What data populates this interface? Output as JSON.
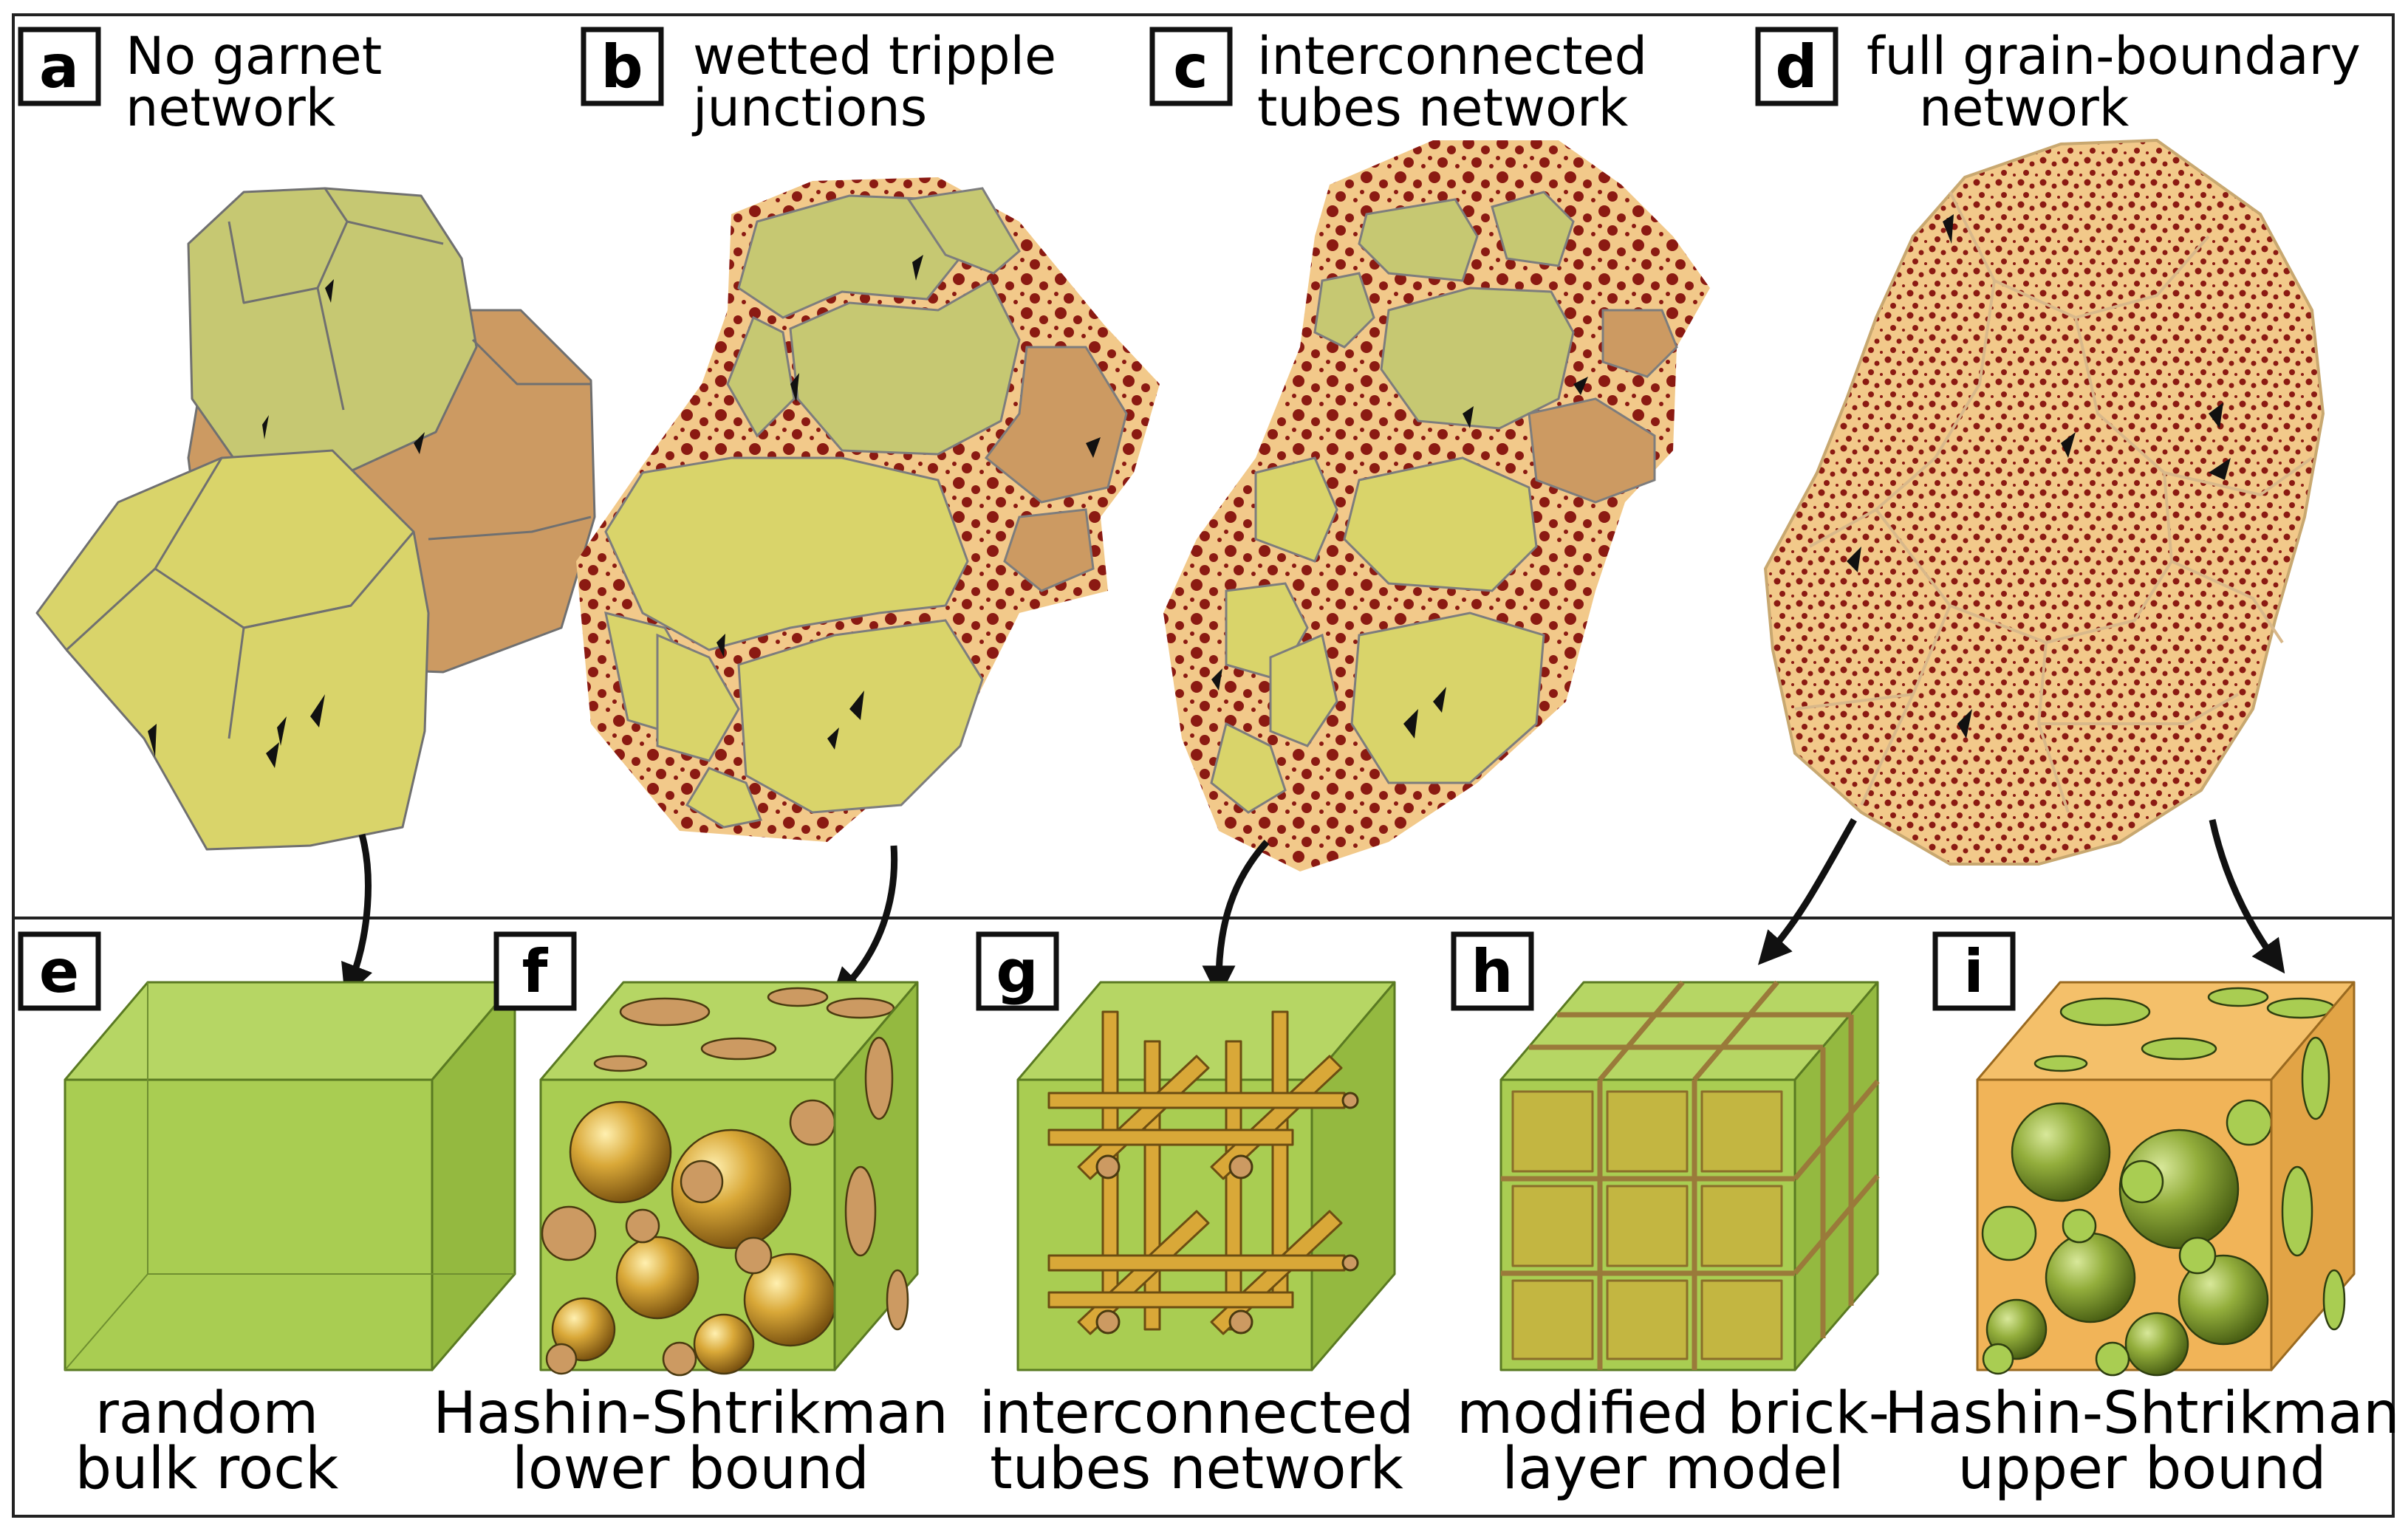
{
  "colors": {
    "garnet": "#8b1a12",
    "matrix_cream": "#f2c98a",
    "grain_green": "#c6c872",
    "grain_yellow": "#d9d46a",
    "grain_orange": "#cc9a62",
    "cube_green": "#a9cd52",
    "cube_orange": "#f1b458",
    "gold": "#d9a838",
    "brick": "#c8b23e",
    "arrow": "#111111"
  },
  "top_panels": [
    {
      "letter": "a",
      "caption": [
        "No garnet",
        "network"
      ]
    },
    {
      "letter": "b",
      "caption": [
        "wetted tripple",
        "junctions"
      ]
    },
    {
      "letter": "c",
      "caption": [
        "interconnected",
        "tubes network"
      ]
    },
    {
      "letter": "d",
      "caption": [
        "full grain-boundary",
        "network"
      ]
    }
  ],
  "bottom_panels": [
    {
      "letter": "e",
      "caption": [
        "random",
        "bulk rock"
      ]
    },
    {
      "letter": "f",
      "caption": [
        "Hashin-Shtrikman",
        "lower bound"
      ]
    },
    {
      "letter": "g",
      "caption": [
        "interconnected",
        "tubes network"
      ]
    },
    {
      "letter": "h",
      "caption": [
        "modified brick-",
        "layer model"
      ]
    },
    {
      "letter": "i",
      "caption": [
        "Hashin-Shtrikman",
        "upper bound"
      ]
    }
  ]
}
